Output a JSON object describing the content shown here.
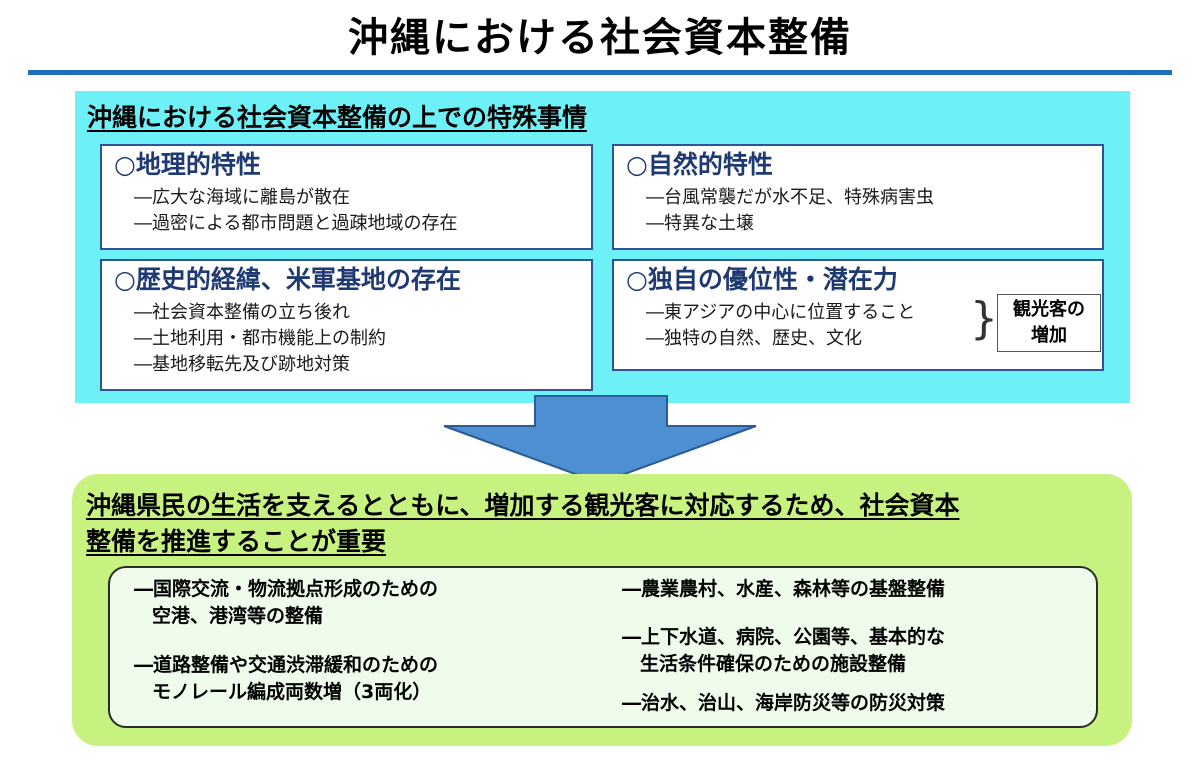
{
  "title": "沖縄における社会資本整備",
  "colors": {
    "title_rule": "#1f6fbf",
    "top_panel": "#6ef0f7",
    "box_border": "#2f5496",
    "arrow": "#4d8fd1",
    "bottom_panel": "#c7f280",
    "measures_box": "#effcec"
  },
  "circumstances": {
    "heading": "沖縄における社会資本整備の上での特殊事情",
    "geographic": {
      "title": "○地理的特性",
      "items": [
        "―広大な海域に離島が散在",
        "―過密による都市問題と過疎地域の存在"
      ]
    },
    "natural": {
      "title": "○自然的特性",
      "items": [
        "―台風常襲だが水不足、特殊病害虫",
        "―特異な土壌"
      ]
    },
    "historical": {
      "title": "○歴史的経緯、米軍基地の存在",
      "items": [
        "―社会資本整備の立ち後れ",
        "―土地利用・都市機能上の制約",
        "―基地移転先及び跡地対策"
      ]
    },
    "advantage": {
      "title": "○独自の優位性・潜在力",
      "items": [
        "―東アジアの中心に位置すること",
        "―独特の自然、歴史、文化"
      ],
      "brace": "}",
      "result_line1": "観光客の",
      "result_line2": "増加"
    }
  },
  "arrow_icon": "down-arrow-icon",
  "conclusion": {
    "line1": "沖縄県民の生活を支えるとともに、増加する観光客に対応するため、社会資本",
    "line2": "整備を推進することが重要"
  },
  "measures": {
    "left": [
      {
        "line1": "―国際交流・物流拠点形成のための",
        "line2": "空港、港湾等の整備"
      },
      {
        "line1": "―道路整備や交通渋滞緩和のための",
        "line2": "モノレール編成両数増（3両化）"
      }
    ],
    "right": [
      {
        "line1": "―農業農村、水産、森林等の基盤整備"
      },
      {
        "line1": "―上下水道、病院、公園等、基本的な",
        "line2": "生活条件確保のための施設整備"
      },
      {
        "line1": "―治水、治山、海岸防災等の防災対策"
      }
    ]
  }
}
